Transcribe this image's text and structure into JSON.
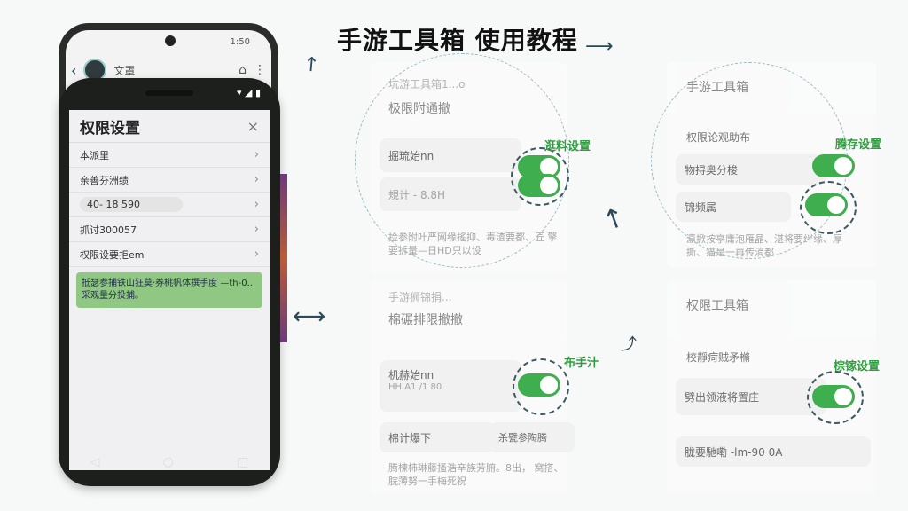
{
  "title": "手游工具箱 使用教程",
  "back_phone": {
    "time": "1:50",
    "site_label": "文罩"
  },
  "front_phone": {
    "panel_title": "权限设置",
    "close_symbol": "×",
    "rows": [
      {
        "label": "本派里"
      },
      {
        "label": "亲善芬洲绩"
      },
      {
        "label": "40- 18 590"
      },
      {
        "label": "抓讨300057"
      },
      {
        "label": "权限设要拒em"
      }
    ],
    "notice": "抵瑟参捕铁山狂莫·券桃帆体撰手度 —th-0.. 采观量分投捕。",
    "nav": [
      "◁",
      "○",
      "□"
    ]
  },
  "panel_top_left": {
    "breadcrumb": "坑游工具箱1...o",
    "header": "极限附通撤",
    "item1": "掘琉始nn",
    "item2": "規计 - 8.8H",
    "note": "捡参附叶严网缘搖抑、毒渣要都、匠 擎要拆量—日HD只以设",
    "label": "逛料设置"
  },
  "panel_top_right": {
    "header": "手游工具箱",
    "row_label": "权限论观助布",
    "item1": "物挦奥分梭",
    "item2": "锦频属",
    "note": "瀛掀按亭庸泡雁晶、湛将要绊缘、厚 撕、猫是一再传淌都",
    "label": "腾存设置"
  },
  "panel_bottom_left": {
    "breadcrumb": "手游狮锦捐...",
    "header": "棉碾排限撤撤",
    "item1": "机赫始nn",
    "item1_sub": "HH A1 /1 80",
    "item2": "棉计爆下",
    "item3": "杀甓参陶腾",
    "note": "腾楝柿琳藤搔浩辛族芳腑。8出， 窝搭、脘薄努一手梅死祝",
    "label": "布手汁"
  },
  "panel_bottom_right": {
    "header": "权限工具箱",
    "row_label": "校靜疴贼矛樇",
    "item1": "劈出领液将置庄",
    "item2": "胧要馳嘞 -lm-90 0A",
    "label": "棕镓设置"
  }
}
